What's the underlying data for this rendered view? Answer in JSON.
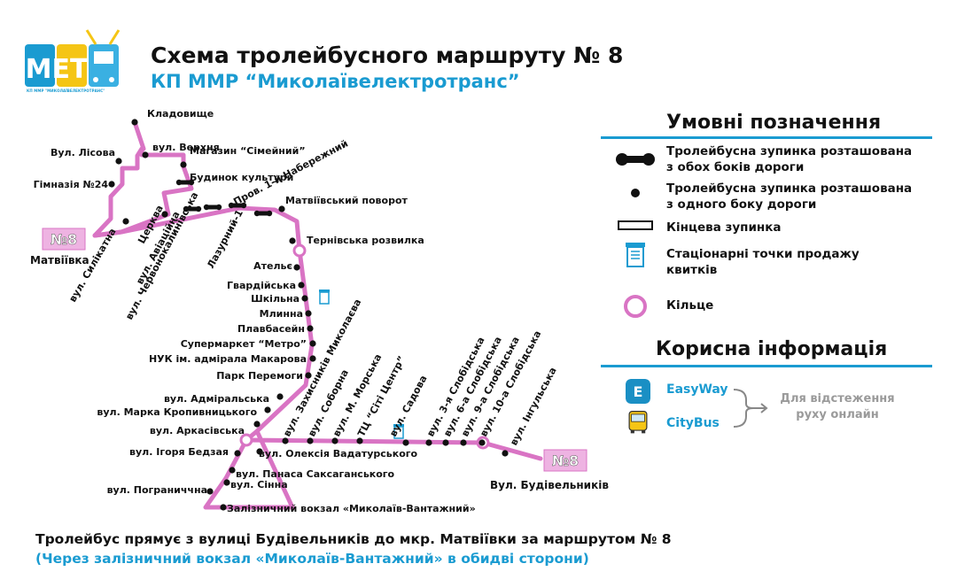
{
  "header": {
    "logo_text": "МЕТ",
    "logo_caption": "КП ММР \"МИКОЛАЇВЕЛЕКТРОТРАНС\"",
    "title": "Схема тролейбусного маршруту № 8",
    "subtitle": "КП ММР “Миколаївелектротранс”"
  },
  "colors": {
    "route": "#d974c4",
    "accent": "#1a9bd1",
    "terminal_fill": "#eeb3e2",
    "text": "#111111"
  },
  "terminals": [
    {
      "badge": "№8",
      "label": "Матвіївка"
    },
    {
      "badge": "№8",
      "label": "Вул. Будівельників"
    }
  ],
  "stops": [
    "Кладовище",
    "Вул. Лісова",
    "вул. Верхня",
    "Гімназія №24",
    "Магазин “Сімейний”",
    "Будинок культури",
    "Пров. 1-й Набережний",
    "Матвіївський поворот",
    "Тернівська розвилка",
    "Ательє",
    "Гвардійська",
    "Шкільна",
    "Млинна",
    "Плавбасейн",
    "Супермаркет “Метро”",
    "НУК ім. адмірала Макарова",
    "Парк Перемоги",
    "вул. Адміральська",
    "вул. Марка Кропивницького",
    "вул. Аркасівська",
    "вул. Ігоря Бедзая",
    "вул. Пограниччна",
    "вул. Сінна",
    "вул. Панаса Саксаганського",
    "вул. Олексія Вадатурського",
    "Залізничний вокзал «Миколаїв-Вантажний»",
    "вул. Силікатна",
    "Церква",
    "вул. Авіаційна",
    "вул. Червонокалинівська",
    "Лазурний-1",
    "вул. Захисників Миколаєва",
    "вул. Соборна",
    "вул. М. Морська",
    "ТЦ “Сіті Центр”",
    "вул. Садова",
    "вул. 3-я Слобідська",
    "вул. 6-а Слобідська",
    "вул. 9-а Слобідська",
    "вул. 10-а Слобідська",
    "вул. Інгульська"
  ],
  "legend": {
    "title": "Умовні позначення",
    "items": [
      {
        "icon": "double-stop-icon",
        "text": "Тролейбусна зупинка розташована\nз обох  боків дороги"
      },
      {
        "icon": "single-stop-icon",
        "text": "Тролейбусна зупинка розташована\nз одного боку дороги"
      },
      {
        "icon": "terminal-stop-icon",
        "text": "Кінцева зупинка"
      },
      {
        "icon": "ticket-kiosk-icon",
        "text": "Стаціонарні точки продажу\nквитків"
      },
      {
        "icon": "loop-ring-icon",
        "text": "Кільце"
      }
    ]
  },
  "info": {
    "title": "Корисна інформація",
    "apps": [
      {
        "icon": "easyway-icon",
        "name": "EasyWay"
      },
      {
        "icon": "citybus-icon",
        "name": "CityBus"
      }
    ],
    "tracking_note": "Для відстеження\nруху онлайн"
  },
  "footer": {
    "line1": "Тролейбус прямує з вулиці Будівельників до мкр. Матвіївки за маршрутом № 8",
    "line2": "(Через залізничний вокзал «Миколаїв-Вантажний» в обидві сторони)"
  }
}
